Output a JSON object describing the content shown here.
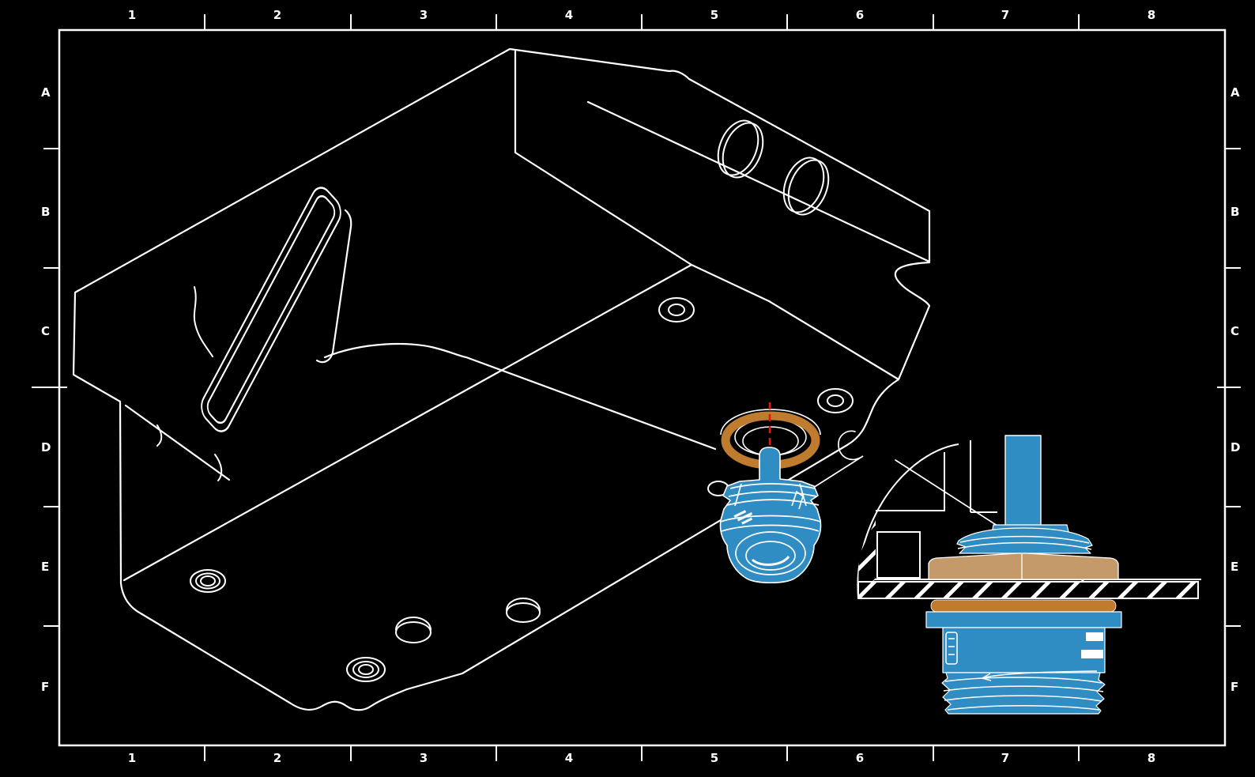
{
  "frame": {
    "columns": [
      "1",
      "2",
      "3",
      "4",
      "5",
      "6",
      "7",
      "8"
    ],
    "rows": [
      "A",
      "B",
      "C",
      "D",
      "E",
      "F"
    ]
  },
  "colors": {
    "background": "#000000",
    "line_white": "#ffffff",
    "highlight_blue": "#2f8dc3",
    "nut_tan": "#c49a6a",
    "seal_orange": "#bf7c2e",
    "centerline_red": "#e81212"
  }
}
